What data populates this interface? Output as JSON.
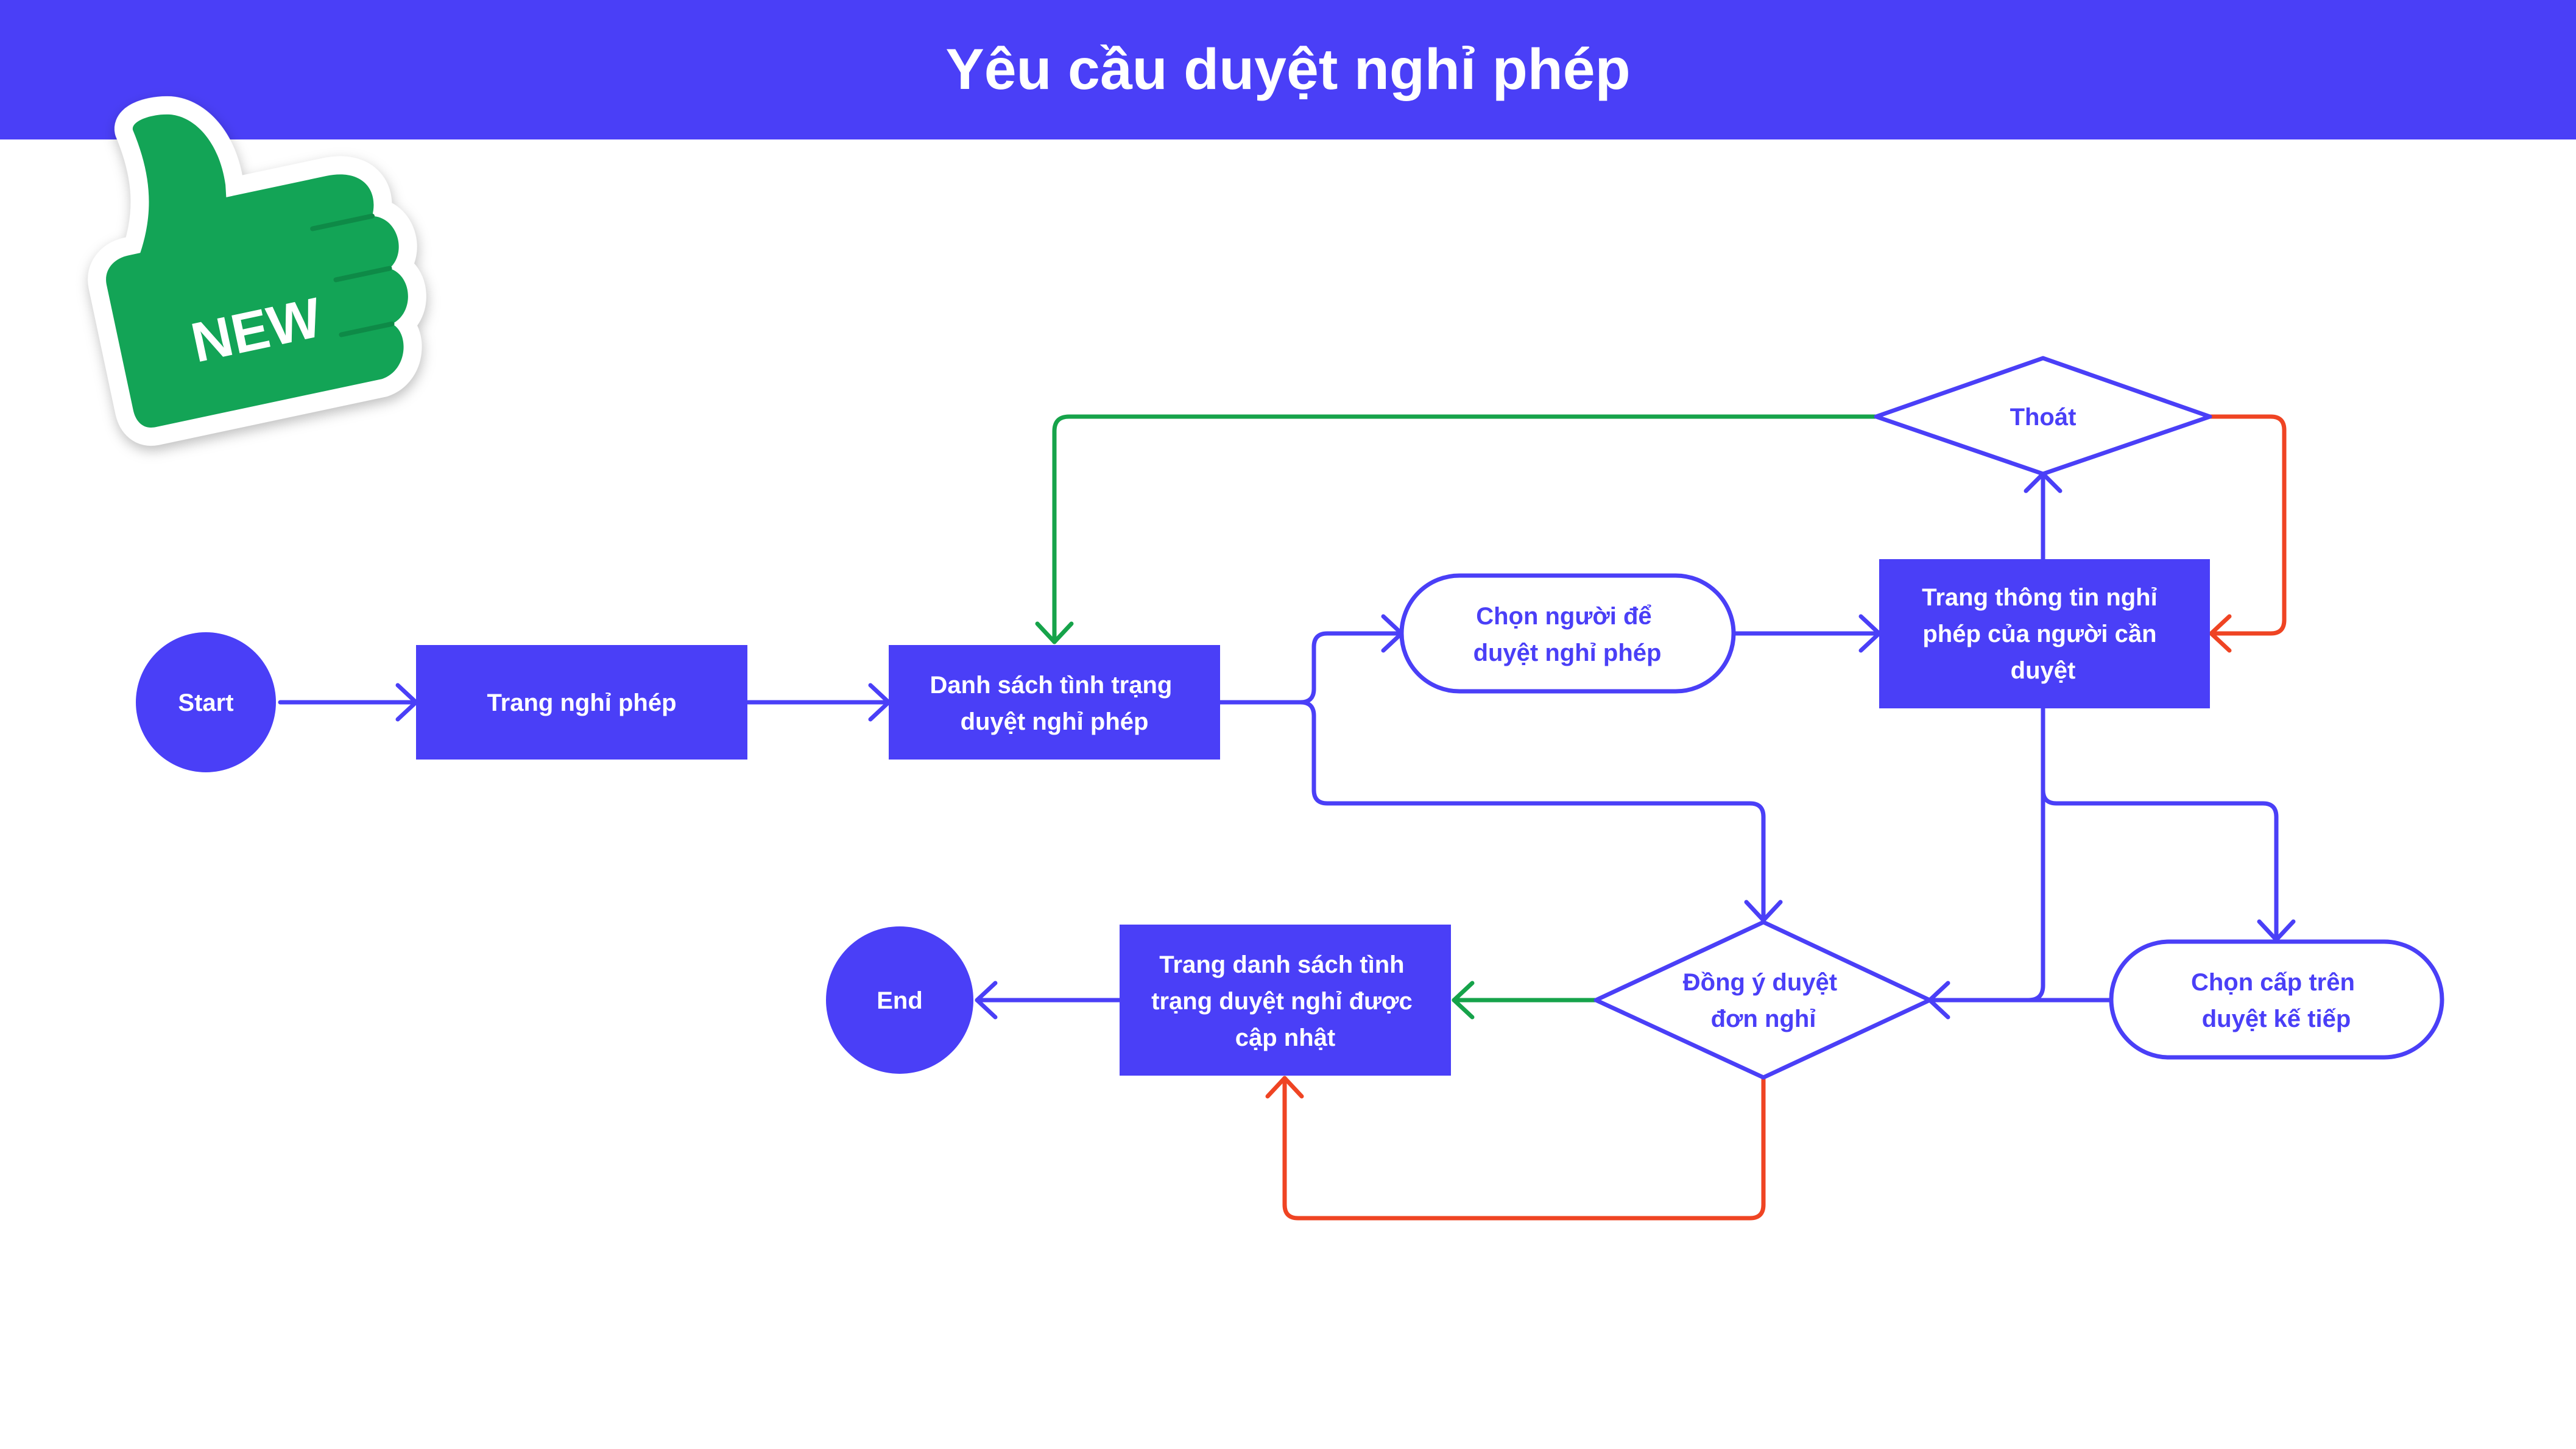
{
  "title": "Yêu cầu duyệt nghỉ phép",
  "sticker": {
    "label": "NEW",
    "icon": "thumbs-up-icon"
  },
  "colors": {
    "primary": "#4a3ff7",
    "approve": "#16a34a",
    "reject": "#ef4423",
    "white": "#ffffff",
    "sticker_green": "#13a456"
  },
  "nodes": {
    "start": "Start",
    "trang_nghi_phep": "Trang nghỉ phép",
    "danh_sach": [
      "Danh sách tình trạng",
      "duyệt nghỉ phép"
    ],
    "chon_nguoi": [
      "Chọn người để",
      "duyệt nghỉ phép"
    ],
    "trang_thong_tin": [
      "Trang thông tin nghỉ",
      "phép của người cần",
      "duyệt"
    ],
    "thoat": "Thoát",
    "dong_y": [
      "Đồng ý duyệt",
      "đơn nghỉ"
    ],
    "chon_cap_tren": [
      "Chọn cấp trên",
      "duyệt kế tiếp"
    ],
    "trang_danh_sach_cap_nhat": [
      "Trang danh sách tình",
      "trạng duyệt nghỉ được",
      "cập nhật"
    ],
    "end": "End"
  }
}
